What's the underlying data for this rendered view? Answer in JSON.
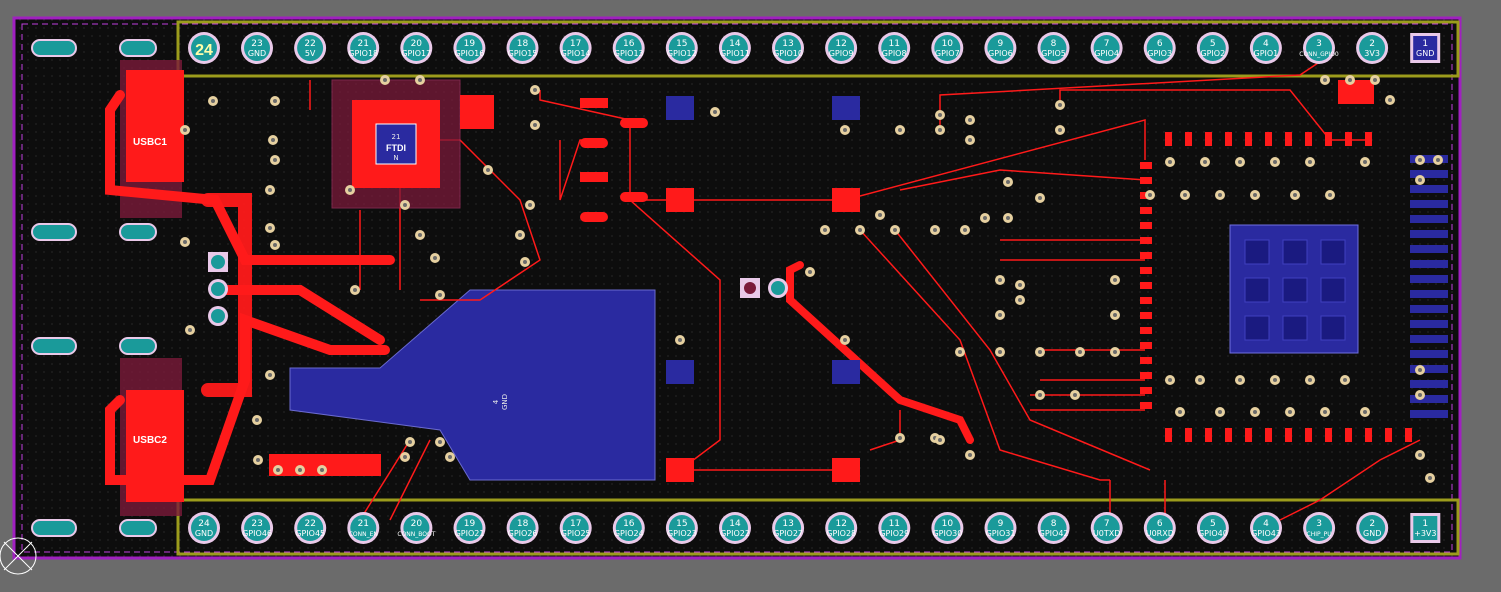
{
  "colors": {
    "background": "#6b6b6b",
    "board": "#0d0d0d",
    "board_outline": "#a020c0",
    "header_outline": "#9c9c1c",
    "top_copper": "#ff1a1a",
    "bottom_copper": "#2a2aa0",
    "pad_teal": "#1a9a9a",
    "pad_ring": "#e9c9e9",
    "silkscreen": "#ffffff",
    "component_body": "#7a1a3a"
  },
  "top_header": {
    "first_label": "24",
    "pins": [
      {
        "num": "23",
        "label": "GND"
      },
      {
        "num": "22",
        "label": "5V"
      },
      {
        "num": "21",
        "label": "GPIO18"
      },
      {
        "num": "20",
        "label": "GPIO17"
      },
      {
        "num": "19",
        "label": "GPIO16"
      },
      {
        "num": "18",
        "label": "GPIO15"
      },
      {
        "num": "17",
        "label": "GPIO14"
      },
      {
        "num": "16",
        "label": "GPIO13"
      },
      {
        "num": "15",
        "label": "GPIO12"
      },
      {
        "num": "14",
        "label": "GPIO11"
      },
      {
        "num": "13",
        "label": "GPIO10"
      },
      {
        "num": "12",
        "label": "GPIO9"
      },
      {
        "num": "11",
        "label": "GPIO8"
      },
      {
        "num": "10",
        "label": "GPIO7"
      },
      {
        "num": "9",
        "label": "GPIO6"
      },
      {
        "num": "8",
        "label": "GPIO5"
      },
      {
        "num": "7",
        "label": "GPIO4"
      },
      {
        "num": "6",
        "label": "GPIO3"
      },
      {
        "num": "5",
        "label": "GPIO2"
      },
      {
        "num": "4",
        "label": "GPIO1"
      },
      {
        "num": "3",
        "label": "CONN_GPIO0"
      },
      {
        "num": "2",
        "label": "3V3"
      },
      {
        "num": "1",
        "label": "GND"
      }
    ]
  },
  "bottom_header": {
    "pins": [
      {
        "num": "24",
        "label": "GND"
      },
      {
        "num": "23",
        "label": "GPIO46"
      },
      {
        "num": "22",
        "label": "GPIO45"
      },
      {
        "num": "21",
        "label": "CONN_EN"
      },
      {
        "num": "20",
        "label": "CONN_BOOT"
      },
      {
        "num": "19",
        "label": "GPIO21"
      },
      {
        "num": "18",
        "label": "GPIO26"
      },
      {
        "num": "17",
        "label": "GPIO25"
      },
      {
        "num": "16",
        "label": "GPIO24"
      },
      {
        "num": "15",
        "label": "GPIO23"
      },
      {
        "num": "14",
        "label": "GPIO22"
      },
      {
        "num": "13",
        "label": "GPIO27"
      },
      {
        "num": "12",
        "label": "GPIO28"
      },
      {
        "num": "11",
        "label": "GPIO29"
      },
      {
        "num": "10",
        "label": "GPIO30"
      },
      {
        "num": "9",
        "label": "GPIO31"
      },
      {
        "num": "8",
        "label": "GPIO42"
      },
      {
        "num": "7",
        "label": "U0TXD"
      },
      {
        "num": "6",
        "label": "U0RXD"
      },
      {
        "num": "5",
        "label": "GPIO40"
      },
      {
        "num": "4",
        "label": "GPIO43"
      },
      {
        "num": "3",
        "label": "CHIP_PU"
      },
      {
        "num": "2",
        "label": "GND"
      },
      {
        "num": "1",
        "label": "+3V3"
      }
    ]
  },
  "components": {
    "usbc1": "USBC1",
    "usbc2": "USBC2",
    "ftdi_num": "21",
    "ftdi_label": "FTDI",
    "ftdi_sub": "N",
    "gnd_pour_num": "4",
    "gnd_pour_label": "GND"
  }
}
